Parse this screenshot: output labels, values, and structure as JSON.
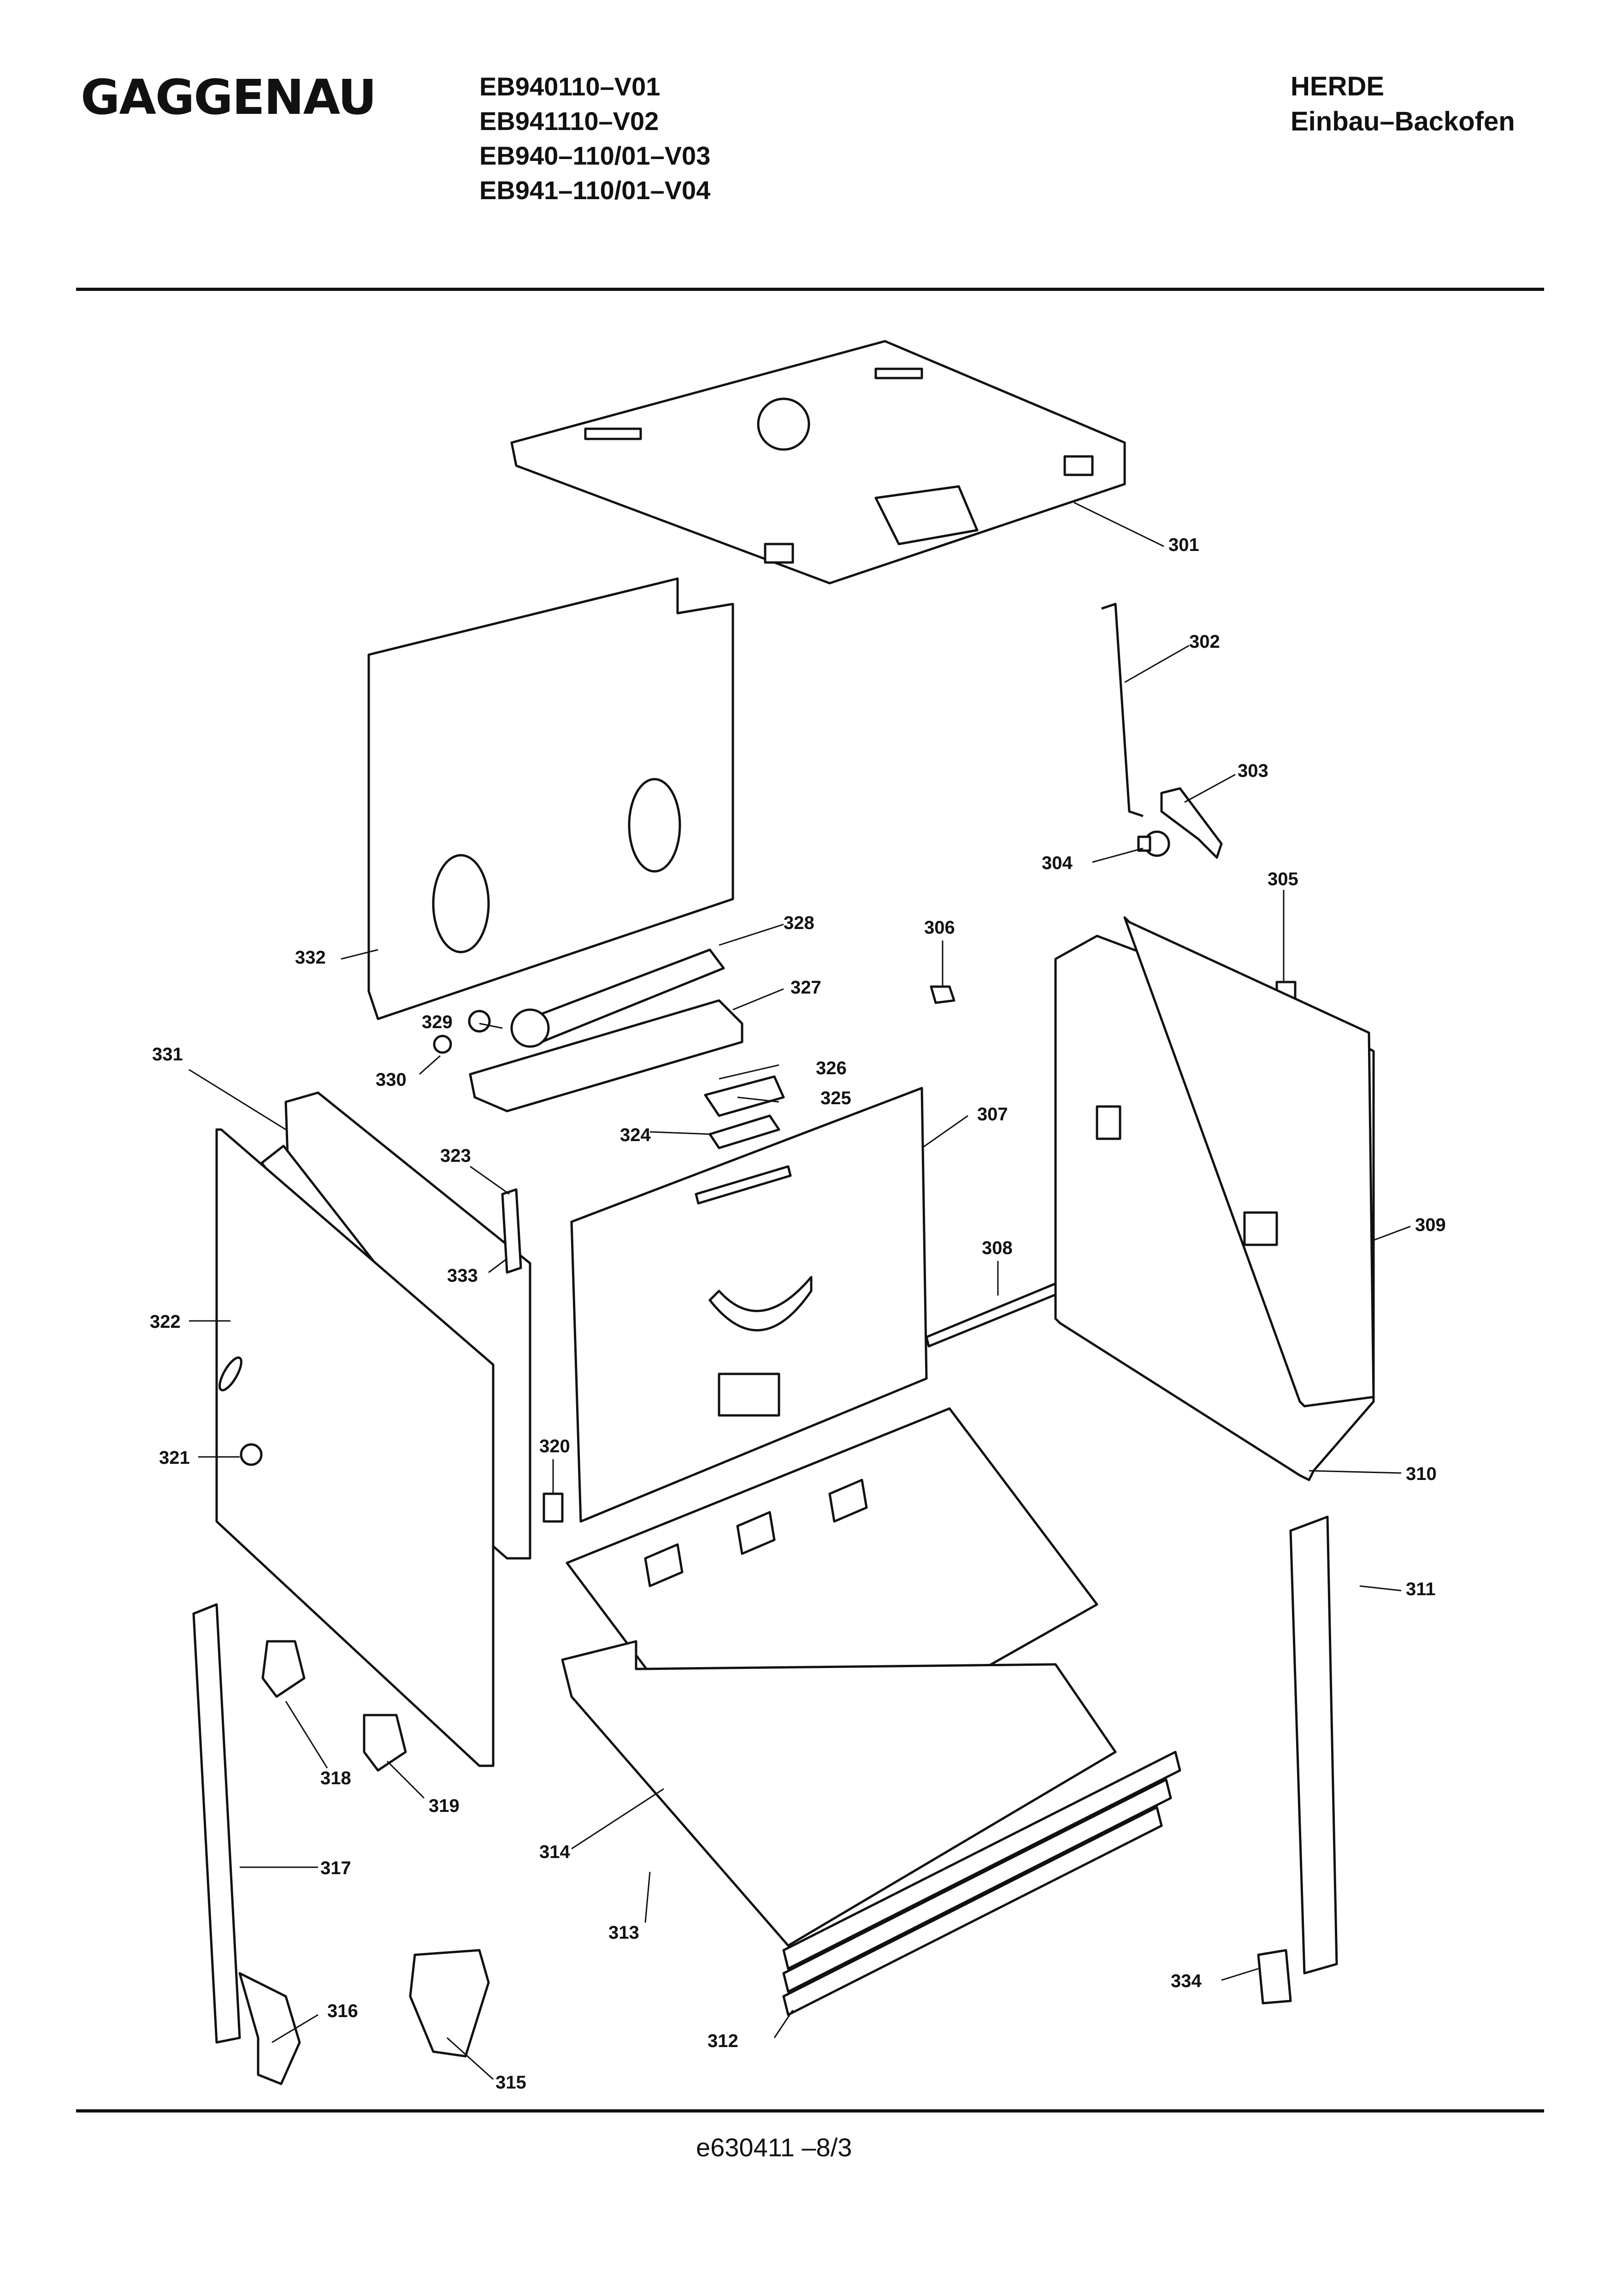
{
  "header": {
    "brand": "GAGGENAU",
    "models": [
      "EB940110–V01",
      "EB941110–V02",
      "EB940–110/01–V03",
      "EB941–110/01–V04"
    ],
    "category": "HERDE",
    "subcategory": "Einbau–Backofen"
  },
  "diagram": {
    "callouts": [
      "301",
      "302",
      "303",
      "304",
      "305",
      "306",
      "307",
      "308",
      "309",
      "310",
      "311",
      "312",
      "313",
      "314",
      "315",
      "316",
      "317",
      "318",
      "319",
      "320",
      "321",
      "322",
      "323",
      "324",
      "325",
      "326",
      "327",
      "328",
      "329",
      "330",
      "331",
      "332",
      "333",
      "334"
    ]
  },
  "footer": {
    "doc_number": "e630411 –8/3"
  }
}
